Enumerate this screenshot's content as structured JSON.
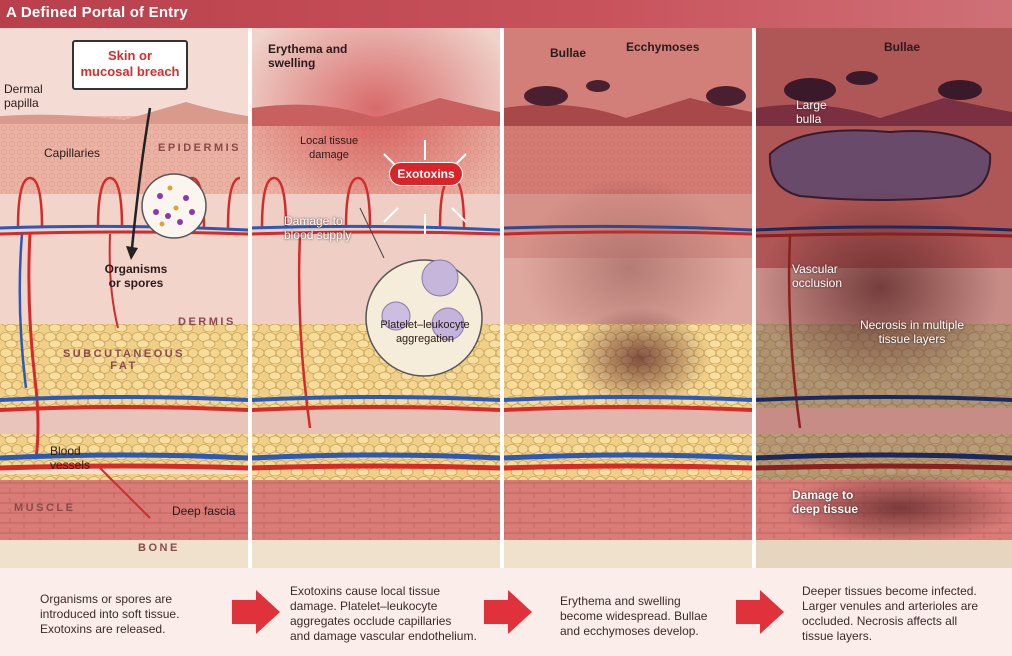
{
  "title": "A  Defined Portal of Entry",
  "colors": {
    "title_bar": "#c04a54",
    "exotoxin": "#d9242a",
    "arrow": "#e0323a"
  },
  "panel1": {
    "breach": [
      "Skin or",
      "mucosal breach"
    ],
    "dermal_papilla": [
      "Dermal",
      "papilla"
    ],
    "capillaries": "Capillaries",
    "organisms": [
      "Organisms",
      "or spores"
    ],
    "blood_vessels": [
      "Blood",
      "vessels"
    ],
    "deep_fascia": "Deep fascia",
    "layers": {
      "epidermis": "EPIDERMIS",
      "dermis": "DERMIS",
      "subcutaneous": [
        "SUBCUTANEOUS",
        "FAT"
      ],
      "muscle": "MUSCLE",
      "bone": "BONE"
    },
    "caption": [
      "Organisms or spores are",
      "introduced into soft tissue.",
      "Exotoxins are released."
    ]
  },
  "panel2": {
    "erythema": [
      "Erythema and",
      "swelling"
    ],
    "local_damage": [
      "Local tissue",
      "damage"
    ],
    "exotoxins": "Exotoxins",
    "damage_blood": [
      "Damage to",
      "blood supply"
    ],
    "platelet": [
      "Platelet–leukocyte",
      "aggregation"
    ],
    "caption": [
      "Exotoxins cause local tissue",
      "damage. Platelet–leukocyte",
      "aggregates occlude capillaries",
      "and damage vascular endothelium."
    ]
  },
  "panel3": {
    "bullae": "Bullae",
    "ecchymoses": "Ecchymoses",
    "caption": [
      "Erythema and swelling",
      "become widespread. Bullae",
      "and ecchymoses develop."
    ]
  },
  "panel4": {
    "bullae": "Bullae",
    "large_bulla": [
      "Large",
      "bulla"
    ],
    "vascular": [
      "Vascular",
      "occlusion"
    ],
    "necrosis": [
      "Necrosis in multiple",
      "tissue layers"
    ],
    "deep_damage": [
      "Damage to",
      "deep tissue"
    ],
    "caption": [
      "Deeper tissues become infected.",
      "Larger venules and arterioles are",
      "occluded. Necrosis affects all",
      "tissue layers."
    ]
  }
}
